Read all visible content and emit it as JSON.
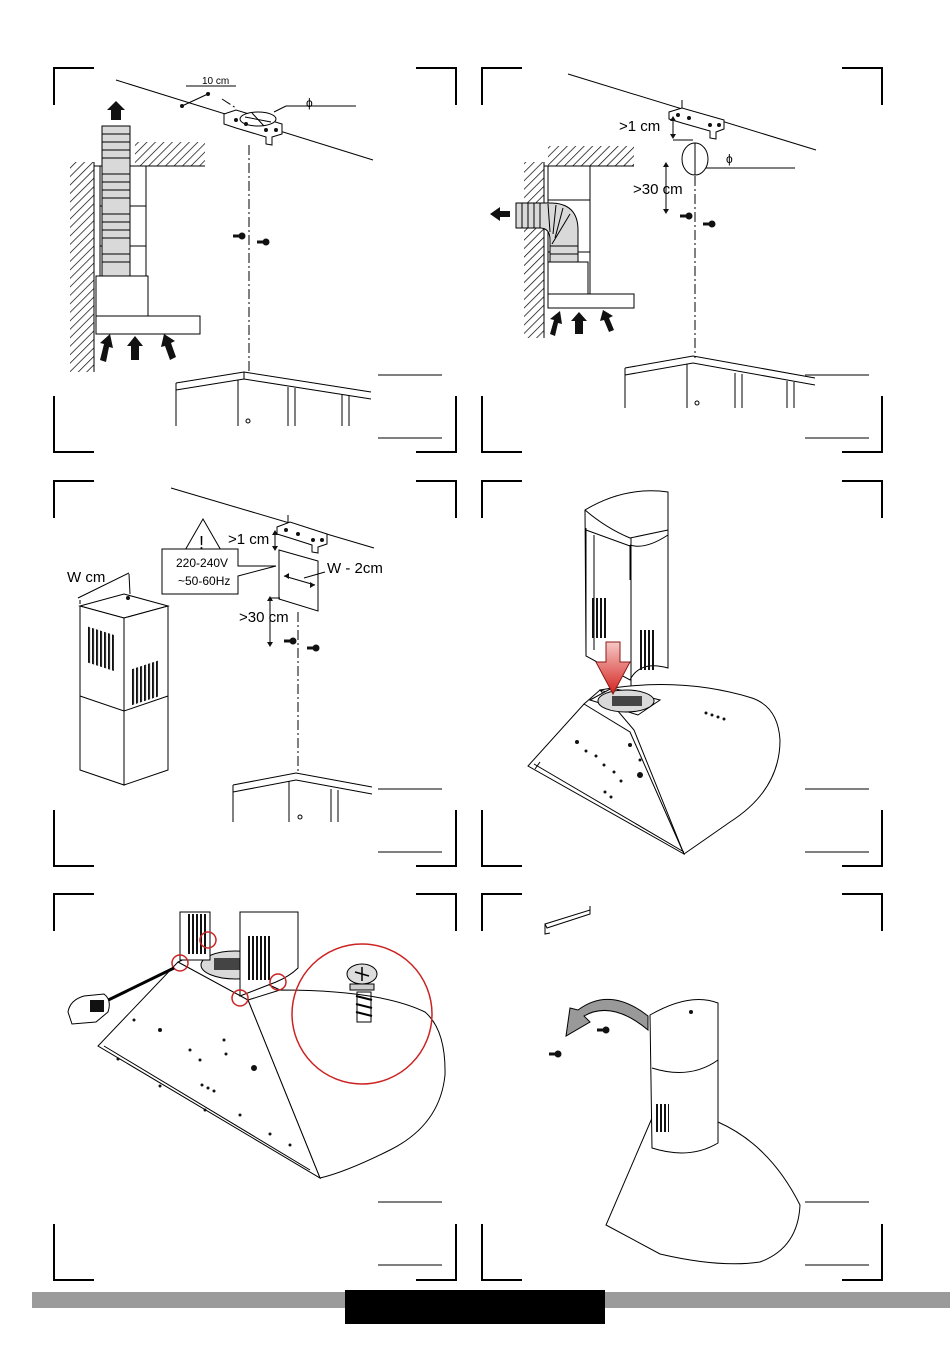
{
  "panels": [
    {
      "id": 1,
      "labels": {
        "gap_10": "10 cm",
        "phi": "ϕ"
      }
    },
    {
      "id": 2,
      "labels": {
        "gap_1": ">1 cm",
        "gap_30": ">30 cm",
        "phi": "ϕ"
      }
    },
    {
      "id": 3,
      "labels": {
        "width": "W cm",
        "gap_1": ">1 cm",
        "width_minus": "W - 2cm",
        "gap_30": ">30 cm",
        "voltage": "220-240V",
        "freq": "~50-60Hz"
      }
    },
    {
      "id": 4,
      "labels": {}
    },
    {
      "id": 5,
      "labels": {}
    },
    {
      "id": 6,
      "labels": {}
    }
  ],
  "colors": {
    "arrow_red": "#d4231f",
    "circle_red": "#cc2222",
    "footer_gray": "#9b9b9b",
    "footer_black": "#000000"
  },
  "icons": [
    "up-arrow-icon",
    "warning-triangle-icon",
    "screw-icon",
    "screwdriver-hand-icon",
    "curved-arrow-icon"
  ]
}
